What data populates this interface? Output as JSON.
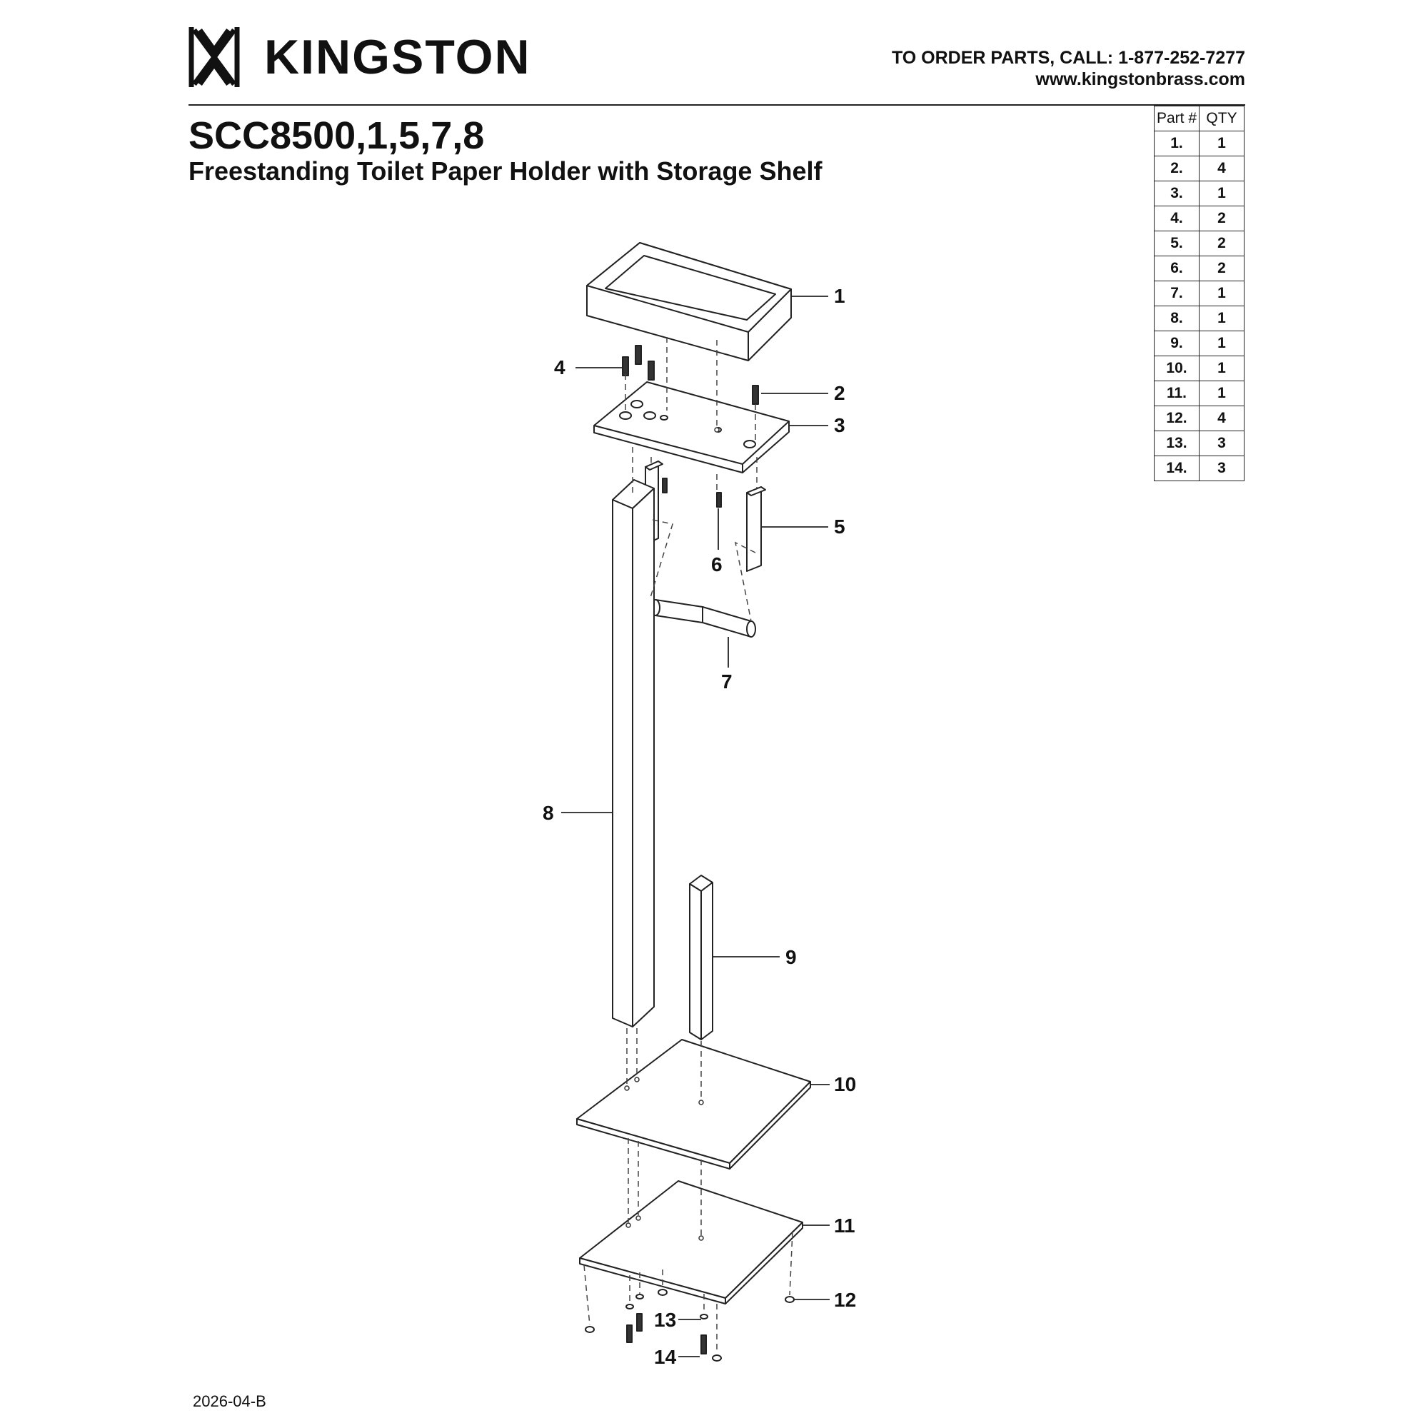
{
  "header": {
    "brand": "KINGSTON",
    "order_text": "TO ORDER PARTS, CALL: 1-877-252-7277",
    "website": "www.kingstonbrass.com"
  },
  "product": {
    "model": "SCC8500,1,5,7,8",
    "name": "Freestanding Toilet Paper Holder with Storage Shelf"
  },
  "parts_table": {
    "headers": [
      "Part #",
      "QTY"
    ],
    "rows": [
      [
        "1.",
        "1"
      ],
      [
        "2.",
        "4"
      ],
      [
        "3.",
        "1"
      ],
      [
        "4.",
        "2"
      ],
      [
        "5.",
        "2"
      ],
      [
        "6.",
        "2"
      ],
      [
        "7.",
        "1"
      ],
      [
        "8.",
        "1"
      ],
      [
        "9.",
        "1"
      ],
      [
        "10.",
        "1"
      ],
      [
        "11.",
        "1"
      ],
      [
        "12.",
        "4"
      ],
      [
        "13.",
        "3"
      ],
      [
        "14.",
        "3"
      ]
    ]
  },
  "callouts": [
    "1",
    "2",
    "3",
    "4",
    "5",
    "6",
    "7",
    "8",
    "9",
    "10",
    "11",
    "12",
    "13",
    "14"
  ],
  "footer": {
    "doc_code": "2026-04-B"
  },
  "icons": {
    "logo": "kingston-logo-icon"
  }
}
